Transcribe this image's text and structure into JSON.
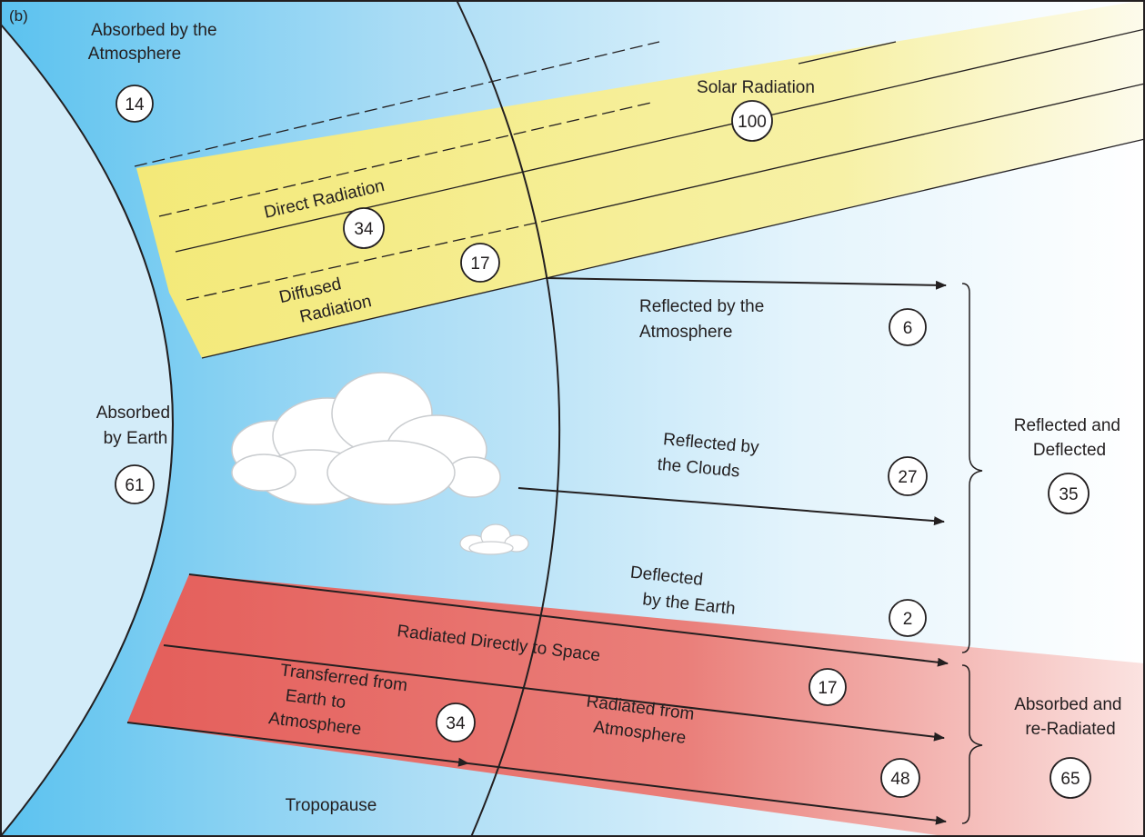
{
  "panel_label": "(b)",
  "labels": {
    "absorbed_atmosphere": [
      "Absorbed by the",
      "Atmosphere"
    ],
    "solar_radiation": "Solar Radiation",
    "direct_radiation": "Direct Radiation",
    "diffused_radiation": [
      "Diffused",
      "Radiation"
    ],
    "absorbed_earth": [
      "Absorbed",
      "by Earth"
    ],
    "reflected_atmosphere": [
      "Reflected by the",
      "Atmosphere"
    ],
    "reflected_clouds": [
      "Reflected by",
      "the Clouds"
    ],
    "deflected_earth": [
      "Deflected",
      "by the Earth"
    ],
    "reflected_deflected": [
      "Reflected and",
      "Deflected"
    ],
    "radiated_directly": "Radiated Directly to Space",
    "transferred": [
      "Transferred from",
      "Earth to",
      "Atmosphere"
    ],
    "radiated_from_atm": [
      "Radiated from",
      "Atmosphere"
    ],
    "absorbed_reradiated": [
      "Absorbed and",
      "re-Radiated"
    ],
    "tropopause": "Tropopause"
  },
  "values": {
    "absorbed_atmosphere": "14",
    "solar_radiation": "100",
    "direct_radiation": "34",
    "diffused_radiation": "17",
    "absorbed_earth": "61",
    "reflected_atmosphere": "6",
    "reflected_clouds": "27",
    "deflected_earth": "2",
    "reflected_deflected": "35",
    "radiated_directly": "17",
    "transferred": "34",
    "radiated_from_atm": "48",
    "absorbed_reradiated": "65"
  },
  "colors": {
    "sky_left": "#5bc2ef",
    "sky_mid": "#b5e1f6",
    "sky_right": "#ffffff",
    "earth": "#d3ecf9",
    "solar_band": "#f4ec86",
    "radiation_band": "#e5605c",
    "stroke": "#231f20"
  }
}
